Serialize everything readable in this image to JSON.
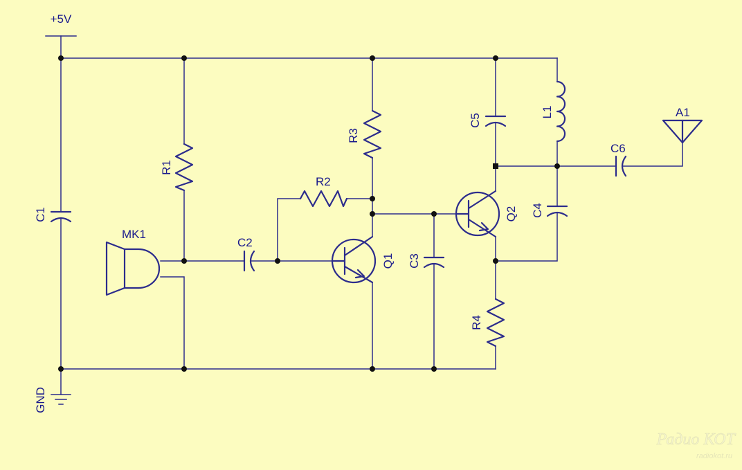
{
  "rails": {
    "vcc": "+5V",
    "gnd": "GND"
  },
  "components": {
    "C1": "C1",
    "C2": "C2",
    "C3": "C3",
    "C4": "C4",
    "C5": "C5",
    "C6": "C6",
    "R1": "R1",
    "R2": "R2",
    "R3": "R3",
    "R4": "R4",
    "Q1": "Q1",
    "Q2": "Q2",
    "L1": "L1",
    "MK1": "MK1",
    "A1": "A1"
  },
  "watermark": {
    "logo": "Радио КОТ",
    "url": "radiokot.ru"
  },
  "colors": {
    "background": "#fcfcc0",
    "wire": "#2c2c8c",
    "junction": "#111111",
    "label": "#1a1a8c"
  }
}
